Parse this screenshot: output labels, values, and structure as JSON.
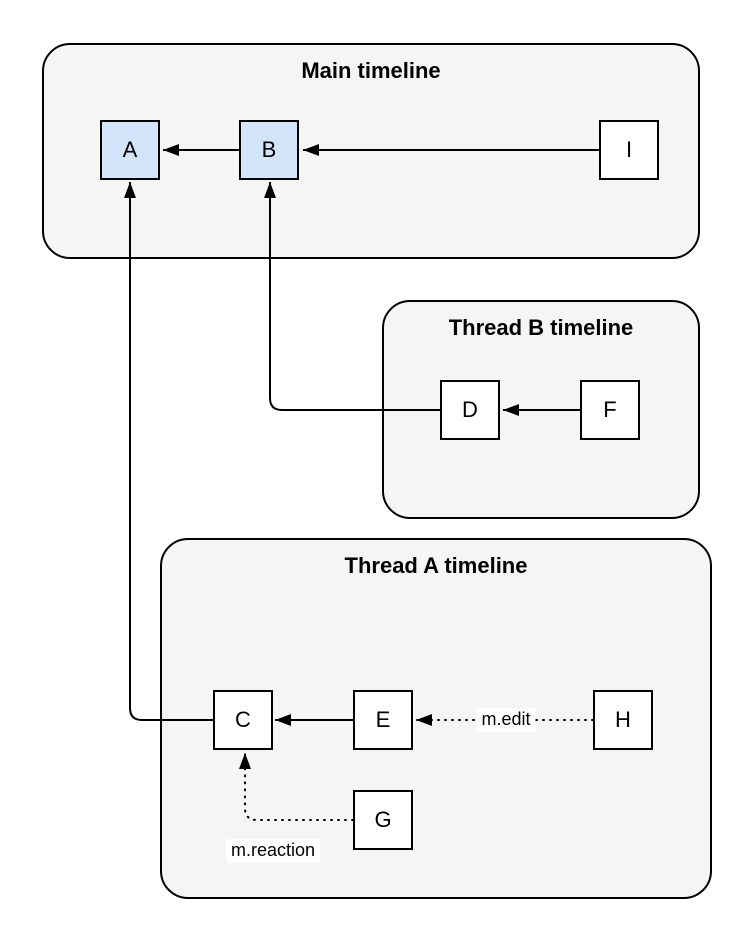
{
  "diagram": {
    "groups": [
      {
        "id": "main",
        "title": "Main timeline"
      },
      {
        "id": "thread-b",
        "title": "Thread B timeline"
      },
      {
        "id": "thread-a",
        "title": "Thread A timeline"
      }
    ],
    "nodes": [
      {
        "id": "A",
        "label": "A",
        "variant": "highlight",
        "group": "main"
      },
      {
        "id": "B",
        "label": "B",
        "variant": "highlight",
        "group": "main"
      },
      {
        "id": "I",
        "label": "I",
        "variant": "plain",
        "group": "main"
      },
      {
        "id": "D",
        "label": "D",
        "variant": "plain",
        "group": "thread-b"
      },
      {
        "id": "F",
        "label": "F",
        "variant": "plain",
        "group": "thread-b"
      },
      {
        "id": "C",
        "label": "C",
        "variant": "plain",
        "group": "thread-a"
      },
      {
        "id": "E",
        "label": "E",
        "variant": "plain",
        "group": "thread-a"
      },
      {
        "id": "H",
        "label": "H",
        "variant": "plain",
        "group": "thread-a"
      },
      {
        "id": "G",
        "label": "G",
        "variant": "plain",
        "group": "thread-a"
      }
    ],
    "edges": [
      {
        "from": "B",
        "to": "A",
        "style": "solid",
        "label": ""
      },
      {
        "from": "I",
        "to": "B",
        "style": "solid",
        "label": ""
      },
      {
        "from": "F",
        "to": "D",
        "style": "solid",
        "label": ""
      },
      {
        "from": "D",
        "to": "B",
        "style": "solid",
        "label": ""
      },
      {
        "from": "E",
        "to": "C",
        "style": "solid",
        "label": ""
      },
      {
        "from": "C",
        "to": "A",
        "style": "solid",
        "label": ""
      },
      {
        "from": "H",
        "to": "E",
        "style": "dotted",
        "label": "m.edit"
      },
      {
        "from": "G",
        "to": "C",
        "style": "dotted",
        "label": "m.reaction"
      }
    ],
    "colors": {
      "group_fill": "#f5f5f5",
      "group_stroke": "#000000",
      "node_fill": "#ffffff",
      "node_highlight_fill": "#d3e5fa",
      "node_stroke": "#000000",
      "edge": "#000000",
      "label_background": "#ffffff"
    }
  }
}
